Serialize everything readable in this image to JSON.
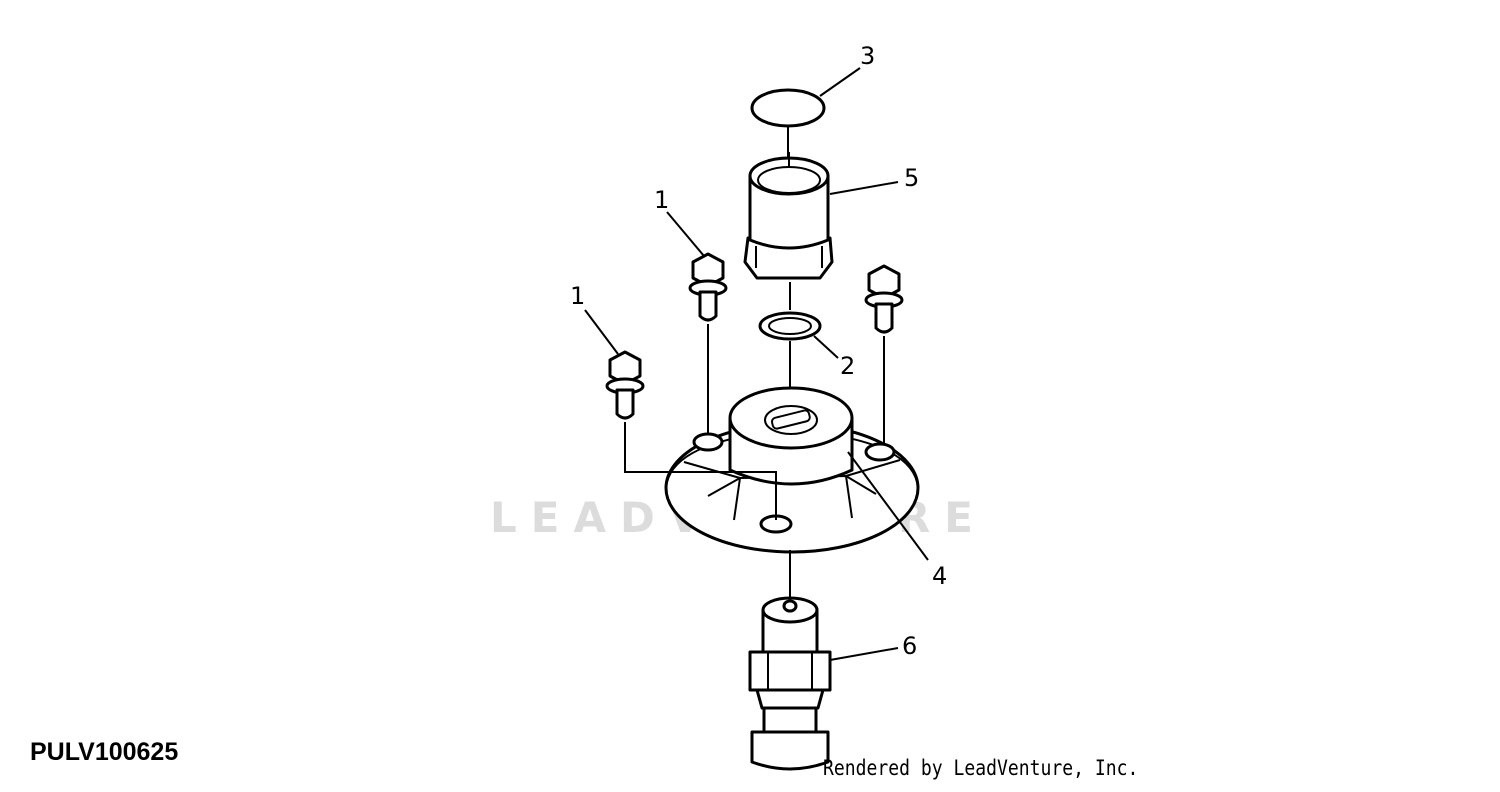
{
  "figure_code": "PULV100625",
  "credit": "Rendered by LeadVenture, Inc.",
  "watermark": "LEADVENTURE",
  "callouts": {
    "bolt_left": "1",
    "bolt_mid": "1",
    "o_ring": "2",
    "seal": "3",
    "flange": "4",
    "coupler_upper": "5",
    "coupler_lower": "6"
  },
  "colors": {
    "line": "#000000",
    "background": "#ffffff",
    "watermark": "#dcdcdc"
  }
}
